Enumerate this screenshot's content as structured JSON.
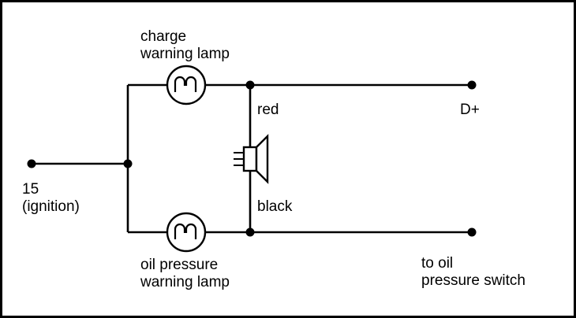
{
  "diagram": {
    "labels": {
      "charge_lamp_line1": "charge",
      "charge_lamp_line2": "warning lamp",
      "oil_lamp_line1": "oil pressure",
      "oil_lamp_line2": "warning lamp",
      "ignition_line1": "15",
      "ignition_line2": "(ignition)",
      "red_wire": "red",
      "black_wire": "black",
      "d_plus": "D+",
      "oil_switch_line1": "to oil",
      "oil_switch_line2": "pressure switch"
    },
    "colors": {
      "line": "#000000",
      "background": "#ffffff"
    }
  }
}
